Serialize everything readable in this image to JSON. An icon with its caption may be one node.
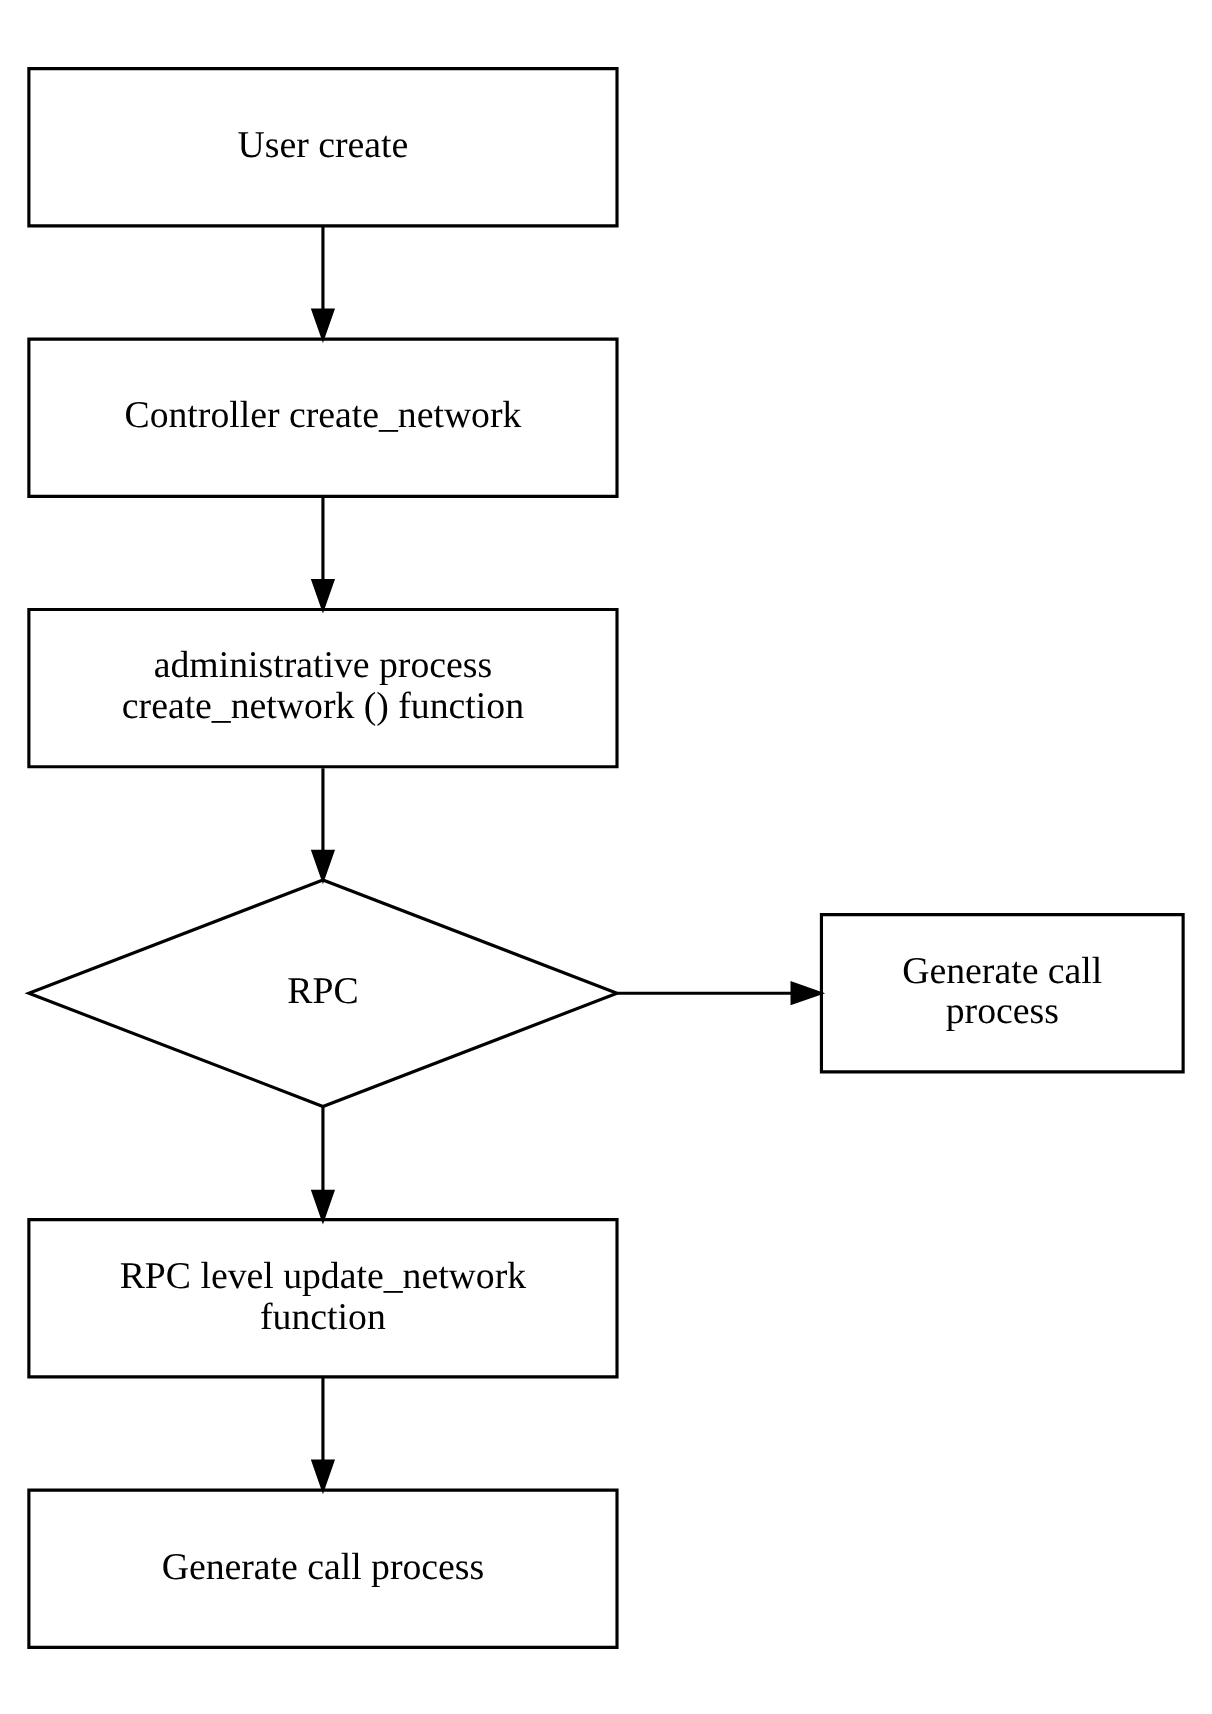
{
  "diagram": {
    "nodes": [
      {
        "text": [
          "User create"
        ]
      },
      {
        "text": [
          "Controller create_network"
        ]
      },
      {
        "text": [
          "administrative process create_network () function"
        ]
      },
      {
        "text": [
          "RPC"
        ]
      },
      {
        "text": [
          "Generate call process"
        ]
      },
      {
        "text": [
          "RPC level update_network function"
        ]
      },
      {
        "text": [
          "Generate call process"
        ]
      }
    ],
    "edges": [
      {
        "from": 0,
        "to": 1,
        "arrow": "to"
      },
      {
        "from": 1,
        "to": 2,
        "arrow": "to"
      },
      {
        "from": 2,
        "to": 3,
        "arrow": "to"
      },
      {
        "from": 3,
        "to": 4,
        "arrow": "to"
      },
      {
        "from": 3,
        "to": 5,
        "arrow": "to"
      },
      {
        "from": 5,
        "to": 6,
        "arrow": "to"
      }
    ]
  }
}
